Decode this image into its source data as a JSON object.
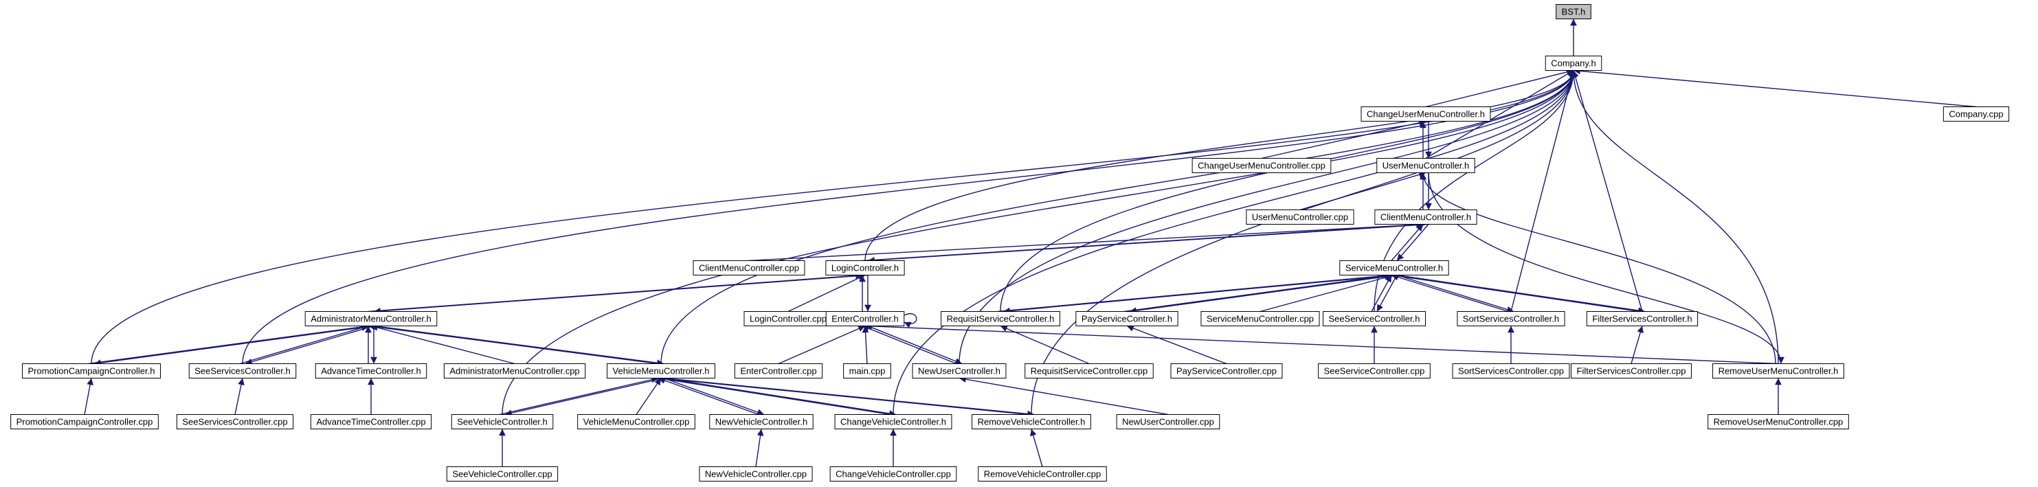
{
  "graph": {
    "title": "",
    "colors": {
      "edge": "#191970",
      "node_border": "#000000",
      "node_fill": "#ffffff",
      "root_fill": "#bfbfbf"
    },
    "nodes": [
      {
        "id": "bst_h",
        "label": "BST.h"
      },
      {
        "id": "company_h",
        "label": "Company.h"
      },
      {
        "id": "company_cpp",
        "label": "Company.cpp"
      },
      {
        "id": "change_user_menu_controller_h",
        "label": "ChangeUserMenuController.h"
      },
      {
        "id": "change_user_menu_controller_cpp",
        "label": "ChangeUserMenuController.cpp"
      },
      {
        "id": "user_menu_controller_h",
        "label": "UserMenuController.h"
      },
      {
        "id": "user_menu_controller_cpp",
        "label": "UserMenuController.cpp"
      },
      {
        "id": "client_menu_controller_h",
        "label": "ClientMenuController.h"
      },
      {
        "id": "client_menu_controller_cpp",
        "label": "ClientMenuController.cpp"
      },
      {
        "id": "login_controller_h",
        "label": "LoginController.h"
      },
      {
        "id": "login_controller_cpp",
        "label": "LoginController.cpp"
      },
      {
        "id": "service_menu_controller_h",
        "label": "ServiceMenuController.h"
      },
      {
        "id": "service_menu_controller_cpp",
        "label": "ServiceMenuController.cpp"
      },
      {
        "id": "administrator_menu_controller_h",
        "label": "AdministratorMenuController.h"
      },
      {
        "id": "administrator_menu_controller_cpp",
        "label": "AdministratorMenuController.cpp"
      },
      {
        "id": "enter_controller_h",
        "label": "EnterController.h"
      },
      {
        "id": "enter_controller_cpp",
        "label": "EnterController.cpp"
      },
      {
        "id": "main_cpp",
        "label": "main.cpp"
      },
      {
        "id": "requisit_service_controller_h",
        "label": "RequisitServiceController.h"
      },
      {
        "id": "requisit_service_controller_cpp",
        "label": "RequisitServiceController.cpp"
      },
      {
        "id": "pay_service_controller_h",
        "label": "PayServiceController.h"
      },
      {
        "id": "pay_service_controller_cpp",
        "label": "PayServiceController.cpp"
      },
      {
        "id": "see_service_controller_h",
        "label": "SeeServiceController.h"
      },
      {
        "id": "see_service_controller_cpp",
        "label": "SeeServiceController.cpp"
      },
      {
        "id": "sort_services_controller_h",
        "label": "SortServicesController.h"
      },
      {
        "id": "sort_services_controller_cpp",
        "label": "SortServicesController.cpp"
      },
      {
        "id": "filter_services_controller_h",
        "label": "FilterServicesController.h"
      },
      {
        "id": "filter_services_controller_cpp",
        "label": "FilterServicesController.cpp"
      },
      {
        "id": "promotion_campaign_controller_h",
        "label": "PromotionCampaignController.h"
      },
      {
        "id": "promotion_campaign_controller_cpp",
        "label": "PromotionCampaignController.cpp"
      },
      {
        "id": "see_services_controller_h",
        "label": "SeeServicesController.h"
      },
      {
        "id": "see_services_controller_cpp",
        "label": "SeeServicesController.cpp"
      },
      {
        "id": "advance_time_controller_h",
        "label": "AdvanceTimeController.h"
      },
      {
        "id": "advance_time_controller_cpp",
        "label": "AdvanceTimeController.cpp"
      },
      {
        "id": "vehicle_menu_controller_h",
        "label": "VehicleMenuController.h"
      },
      {
        "id": "vehicle_menu_controller_cpp",
        "label": "VehicleMenuController.cpp"
      },
      {
        "id": "new_user_controller_h",
        "label": "NewUserController.h"
      },
      {
        "id": "new_user_controller_cpp",
        "label": "NewUserController.cpp"
      },
      {
        "id": "remove_user_menu_controller_h",
        "label": "RemoveUserMenuController.h"
      },
      {
        "id": "remove_user_menu_controller_cpp",
        "label": "RemoveUserMenuController.cpp"
      },
      {
        "id": "see_vehicle_controller_h",
        "label": "SeeVehicleController.h"
      },
      {
        "id": "see_vehicle_controller_cpp",
        "label": "SeeVehicleController.cpp"
      },
      {
        "id": "new_vehicle_controller_h",
        "label": "NewVehicleController.h"
      },
      {
        "id": "new_vehicle_controller_cpp",
        "label": "NewVehicleController.cpp"
      },
      {
        "id": "change_vehicle_controller_h",
        "label": "ChangeVehicleController.h"
      },
      {
        "id": "change_vehicle_controller_cpp",
        "label": "ChangeVehicleController.cpp"
      },
      {
        "id": "remove_vehicle_controller_h",
        "label": "RemoveVehicleController.h"
      },
      {
        "id": "remove_vehicle_controller_cpp",
        "label": "RemoveVehicleController.cpp"
      }
    ],
    "edges": [
      {
        "from": "company_h",
        "to": "bst_h"
      },
      {
        "from": "company_cpp",
        "to": "company_h"
      },
      {
        "from": "change_user_menu_controller_h",
        "to": "company_h"
      },
      {
        "from": "user_menu_controller_h",
        "to": "company_h"
      },
      {
        "from": "requisit_service_controller_h",
        "to": "company_h"
      },
      {
        "from": "see_service_controller_h",
        "to": "company_h"
      },
      {
        "from": "sort_services_controller_h",
        "to": "company_h"
      },
      {
        "from": "filter_services_controller_h",
        "to": "company_h"
      },
      {
        "from": "new_user_controller_h",
        "to": "company_h"
      },
      {
        "from": "remove_user_menu_controller_h",
        "to": "company_h"
      },
      {
        "from": "login_controller_h",
        "to": "company_h"
      },
      {
        "from": "promotion_campaign_controller_h",
        "to": "company_h"
      },
      {
        "from": "see_services_controller_h",
        "to": "company_h"
      },
      {
        "from": "vehicle_menu_controller_h",
        "to": "company_h"
      },
      {
        "from": "see_vehicle_controller_h",
        "to": "company_h"
      },
      {
        "from": "change_vehicle_controller_h",
        "to": "company_h"
      },
      {
        "from": "remove_vehicle_controller_h",
        "to": "company_h"
      },
      {
        "from": "change_user_menu_controller_cpp",
        "to": "change_user_menu_controller_h"
      },
      {
        "from": "user_menu_controller_h",
        "to": "change_user_menu_controller_h"
      },
      {
        "from": "change_user_menu_controller_h",
        "to": "user_menu_controller_h"
      },
      {
        "from": "user_menu_controller_cpp",
        "to": "user_menu_controller_h"
      },
      {
        "from": "client_menu_controller_h",
        "to": "user_menu_controller_h"
      },
      {
        "from": "user_menu_controller_h",
        "to": "client_menu_controller_h"
      },
      {
        "from": "remove_user_menu_controller_h",
        "to": "user_menu_controller_h"
      },
      {
        "from": "user_menu_controller_h",
        "to": "remove_user_menu_controller_h"
      },
      {
        "from": "client_menu_controller_cpp",
        "to": "client_menu_controller_h"
      },
      {
        "from": "login_controller_h",
        "to": "client_menu_controller_h"
      },
      {
        "from": "client_menu_controller_h",
        "to": "login_controller_h"
      },
      {
        "from": "service_menu_controller_h",
        "to": "client_menu_controller_h"
      },
      {
        "from": "client_menu_controller_h",
        "to": "service_menu_controller_h"
      },
      {
        "from": "login_controller_cpp",
        "to": "login_controller_h"
      },
      {
        "from": "enter_controller_h",
        "to": "login_controller_h"
      },
      {
        "from": "login_controller_h",
        "to": "enter_controller_h"
      },
      {
        "from": "administrator_menu_controller_h",
        "to": "login_controller_h"
      },
      {
        "from": "login_controller_h",
        "to": "administrator_menu_controller_h"
      },
      {
        "from": "enter_controller_h",
        "to": "enter_controller_h"
      },
      {
        "from": "enter_controller_cpp",
        "to": "enter_controller_h"
      },
      {
        "from": "main_cpp",
        "to": "enter_controller_h"
      },
      {
        "from": "new_user_controller_h",
        "to": "enter_controller_h"
      },
      {
        "from": "enter_controller_h",
        "to": "new_user_controller_h"
      },
      {
        "from": "remove_user_menu_controller_h",
        "to": "enter_controller_h"
      },
      {
        "from": "service_menu_controller_cpp",
        "to": "service_menu_controller_h"
      },
      {
        "from": "requisit_service_controller_h",
        "to": "service_menu_controller_h"
      },
      {
        "from": "service_menu_controller_h",
        "to": "requisit_service_controller_h"
      },
      {
        "from": "pay_service_controller_h",
        "to": "service_menu_controller_h"
      },
      {
        "from": "service_menu_controller_h",
        "to": "pay_service_controller_h"
      },
      {
        "from": "see_service_controller_h",
        "to": "service_menu_controller_h"
      },
      {
        "from": "service_menu_controller_h",
        "to": "see_service_controller_h"
      },
      {
        "from": "sort_services_controller_h",
        "to": "service_menu_controller_h"
      },
      {
        "from": "service_menu_controller_h",
        "to": "sort_services_controller_h"
      },
      {
        "from": "filter_services_controller_h",
        "to": "service_menu_controller_h"
      },
      {
        "from": "service_menu_controller_h",
        "to": "filter_services_controller_h"
      },
      {
        "from": "requisit_service_controller_cpp",
        "to": "requisit_service_controller_h"
      },
      {
        "from": "pay_service_controller_cpp",
        "to": "pay_service_controller_h"
      },
      {
        "from": "see_service_controller_cpp",
        "to": "see_service_controller_h"
      },
      {
        "from": "sort_services_controller_cpp",
        "to": "sort_services_controller_h"
      },
      {
        "from": "filter_services_controller_cpp",
        "to": "filter_services_controller_h"
      },
      {
        "from": "administrator_menu_controller_cpp",
        "to": "administrator_menu_controller_h"
      },
      {
        "from": "promotion_campaign_controller_h",
        "to": "administrator_menu_controller_h"
      },
      {
        "from": "administrator_menu_controller_h",
        "to": "promotion_campaign_controller_h"
      },
      {
        "from": "see_services_controller_h",
        "to": "administrator_menu_controller_h"
      },
      {
        "from": "administrator_menu_controller_h",
        "to": "see_services_controller_h"
      },
      {
        "from": "advance_time_controller_h",
        "to": "administrator_menu_controller_h"
      },
      {
        "from": "administrator_menu_controller_h",
        "to": "advance_time_controller_h"
      },
      {
        "from": "vehicle_menu_controller_h",
        "to": "administrator_menu_controller_h"
      },
      {
        "from": "administrator_menu_controller_h",
        "to": "vehicle_menu_controller_h"
      },
      {
        "from": "promotion_campaign_controller_cpp",
        "to": "promotion_campaign_controller_h"
      },
      {
        "from": "see_services_controller_cpp",
        "to": "see_services_controller_h"
      },
      {
        "from": "advance_time_controller_cpp",
        "to": "advance_time_controller_h"
      },
      {
        "from": "vehicle_menu_controller_cpp",
        "to": "vehicle_menu_controller_h"
      },
      {
        "from": "see_vehicle_controller_h",
        "to": "vehicle_menu_controller_h"
      },
      {
        "from": "vehicle_menu_controller_h",
        "to": "see_vehicle_controller_h"
      },
      {
        "from": "new_vehicle_controller_h",
        "to": "vehicle_menu_controller_h"
      },
      {
        "from": "vehicle_menu_controller_h",
        "to": "new_vehicle_controller_h"
      },
      {
        "from": "change_vehicle_controller_h",
        "to": "vehicle_menu_controller_h"
      },
      {
        "from": "vehicle_menu_controller_h",
        "to": "change_vehicle_controller_h"
      },
      {
        "from": "remove_vehicle_controller_h",
        "to": "vehicle_menu_controller_h"
      },
      {
        "from": "vehicle_menu_controller_h",
        "to": "remove_vehicle_controller_h"
      },
      {
        "from": "new_user_controller_cpp",
        "to": "new_user_controller_h"
      },
      {
        "from": "remove_user_menu_controller_cpp",
        "to": "remove_user_menu_controller_h"
      },
      {
        "from": "see_vehicle_controller_cpp",
        "to": "see_vehicle_controller_h"
      },
      {
        "from": "new_vehicle_controller_cpp",
        "to": "new_vehicle_controller_h"
      },
      {
        "from": "change_vehicle_controller_cpp",
        "to": "change_vehicle_controller_h"
      },
      {
        "from": "remove_vehicle_controller_cpp",
        "to": "remove_vehicle_controller_h"
      }
    ]
  }
}
